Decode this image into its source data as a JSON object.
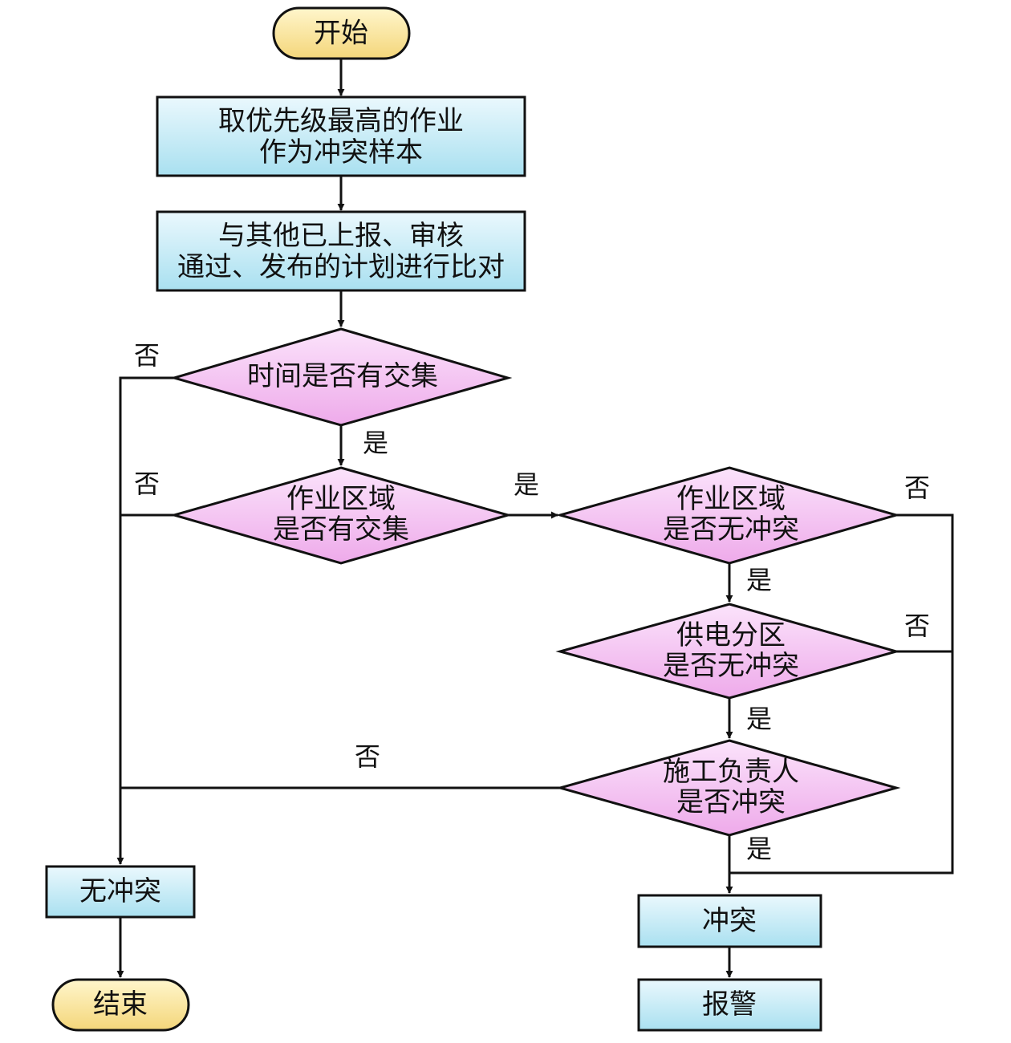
{
  "colors": {
    "terminal_fill_top": "#fff6cc",
    "terminal_fill_bottom": "#f4d67a",
    "process_fill_top": "#eaf8fd",
    "process_fill_bottom": "#a9e0f0",
    "decision_fill_top": "#fbe3fb",
    "decision_fill_bottom": "#eeaaea",
    "stroke": "#111111"
  },
  "nodes": {
    "start": {
      "text": "开始"
    },
    "step1": {
      "line1": "取优先级最高的作业",
      "line2": "作为冲突样本"
    },
    "step2": {
      "line1": "与其他已上报、审核",
      "line2": "通过、发布的计划进行比对"
    },
    "decision_time": {
      "text": "时间是否有交集"
    },
    "decision_area": {
      "line1": "作业区域",
      "line2": "是否有交集"
    },
    "decision_area_conflict": {
      "line1": "作业区域",
      "line2": "是否无冲突"
    },
    "decision_power": {
      "line1": "供电分区",
      "line2": "是否无冲突"
    },
    "decision_leader": {
      "line1": "施工负责人",
      "line2": "是否冲突"
    },
    "no_conflict": {
      "text": "无冲突"
    },
    "end": {
      "text": "结束"
    },
    "conflict": {
      "text": "冲突"
    },
    "alarm": {
      "text": "报警"
    }
  },
  "edge_labels": {
    "time_no": "否",
    "time_yes": "是",
    "area_no": "否",
    "area_yes": "是",
    "area_conflict_no": "否",
    "area_conflict_yes": "是",
    "power_no": "否",
    "power_yes": "是",
    "leader_no": "否",
    "leader_yes": "是"
  }
}
